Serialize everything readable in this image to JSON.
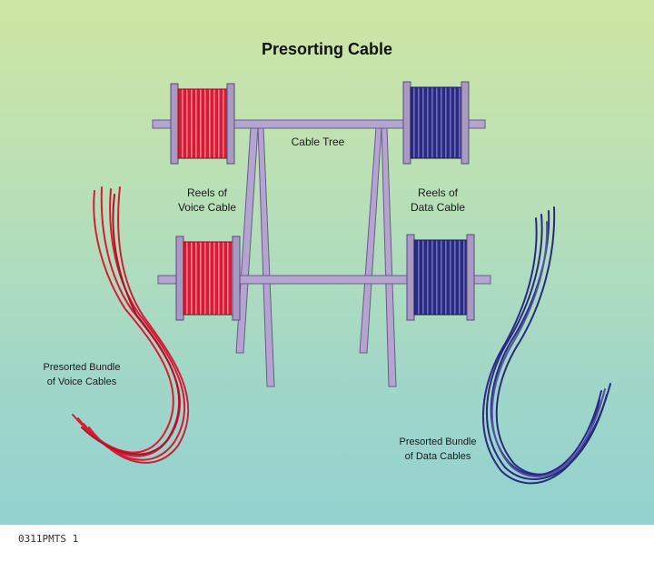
{
  "diagram": {
    "title": "Presorting Cable",
    "labels": {
      "cable_tree": "Cable Tree",
      "voice_reels": "Reels of\nVoice Cable",
      "data_reels": "Reels of\nData Cable",
      "voice_bundle": "Presorted Bundle\nof Voice Cables",
      "data_bundle": "Presorted Bundle\nof Data Cables"
    },
    "colors": {
      "voice": "#e0203a",
      "data": "#2a2a7a",
      "tree": "#a99ac4"
    }
  },
  "footer": {
    "code": "0311PMTS 1"
  }
}
